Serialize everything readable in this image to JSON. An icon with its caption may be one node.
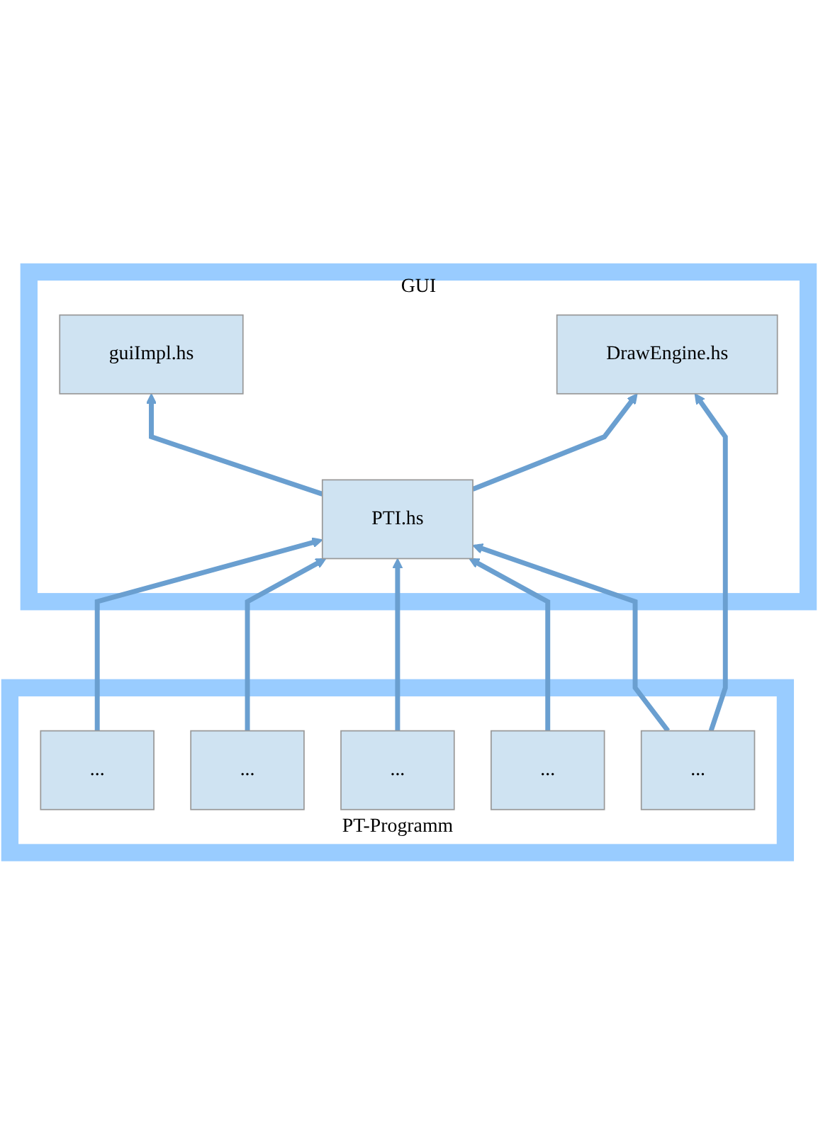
{
  "diagram": {
    "nodes": [
      {
        "text": [
          "GUI"
        ]
      },
      {
        "text": [
          "guiImpl.hs"
        ],
        "in": 0
      },
      {
        "text": [
          "DrawEngine.hs"
        ],
        "in": 0
      },
      {
        "text": [
          "PTI.hs"
        ],
        "in": 0
      },
      {
        "text": [
          "PT-Programm"
        ]
      },
      {
        "text": [
          "..."
        ],
        "in": 4
      },
      {
        "text": [
          "..."
        ],
        "in": 4
      },
      {
        "text": [
          "..."
        ],
        "in": 4
      },
      {
        "text": [
          "..."
        ],
        "in": 4
      },
      {
        "text": [
          "..."
        ],
        "in": 4
      }
    ],
    "edges": [
      {
        "from": 3,
        "to": 1,
        "arrow": "to"
      },
      {
        "from": 3,
        "to": 2,
        "arrow": "to"
      },
      {
        "from": 5,
        "to": 3,
        "arrow": "to"
      },
      {
        "from": 6,
        "to": 3,
        "arrow": "to"
      },
      {
        "from": 7,
        "to": 3,
        "arrow": "to"
      },
      {
        "from": 8,
        "to": 3,
        "arrow": "to"
      },
      {
        "from": 9,
        "to": 3,
        "arrow": "to"
      },
      {
        "from": 9,
        "to": 2,
        "arrow": "to"
      }
    ]
  }
}
